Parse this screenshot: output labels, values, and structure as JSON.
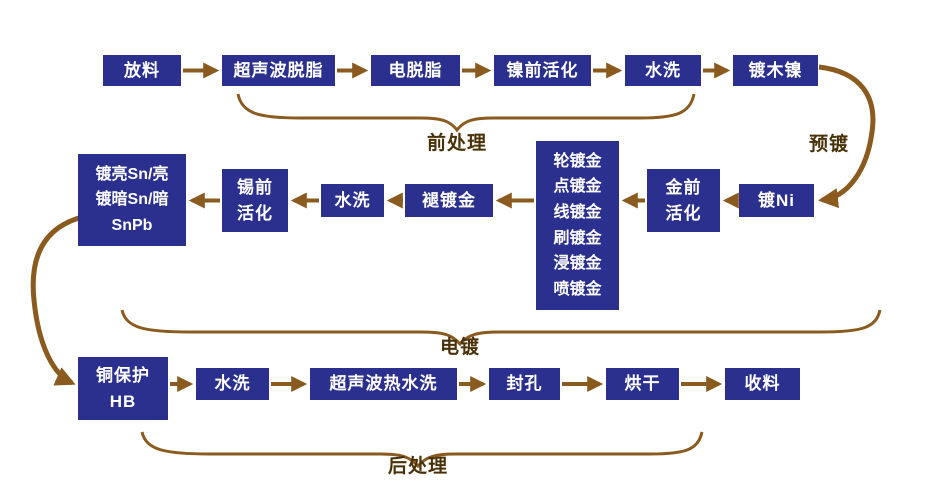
{
  "colors": {
    "box_bg": "#2b2f8e",
    "box_text": "#ffffff",
    "arrow": "#8a5a1f",
    "label_text": "#4a3208",
    "page_bg": "#ffffff"
  },
  "stages": {
    "pretreatment_label": "前处理",
    "preplating_label": "预镀",
    "plating_label": "电镀",
    "posttreatment_label": "后处理"
  },
  "row1": {
    "boxes": [
      {
        "lines": [
          "放料"
        ]
      },
      {
        "lines": [
          "超声波脱脂"
        ]
      },
      {
        "lines": [
          "电脱脂"
        ]
      },
      {
        "lines": [
          "镍前活化"
        ]
      },
      {
        "lines": [
          "水洗"
        ]
      },
      {
        "lines": [
          "镀木镍"
        ]
      }
    ]
  },
  "row2": {
    "boxes": [
      {
        "lines": [
          "镀Ni"
        ]
      },
      {
        "lines": [
          "金前",
          "活化"
        ]
      },
      {
        "lines": [
          "轮镀金",
          "点镀金",
          "线镀金",
          "刷镀金",
          "浸镀金",
          "喷镀金"
        ]
      },
      {
        "lines": [
          "褪镀金"
        ]
      },
      {
        "lines": [
          "水洗"
        ]
      },
      {
        "lines": [
          "锡前",
          "活化"
        ]
      },
      {
        "lines": [
          "镀亮Sn/亮",
          "镀暗Sn/暗",
          "SnPb"
        ]
      }
    ]
  },
  "row3": {
    "boxes": [
      {
        "lines": [
          "铜保护",
          "HB"
        ]
      },
      {
        "lines": [
          "水洗"
        ]
      },
      {
        "lines": [
          "超声波热水洗"
        ]
      },
      {
        "lines": [
          "封孔"
        ]
      },
      {
        "lines": [
          "烘干"
        ]
      },
      {
        "lines": [
          "收料"
        ]
      }
    ]
  }
}
